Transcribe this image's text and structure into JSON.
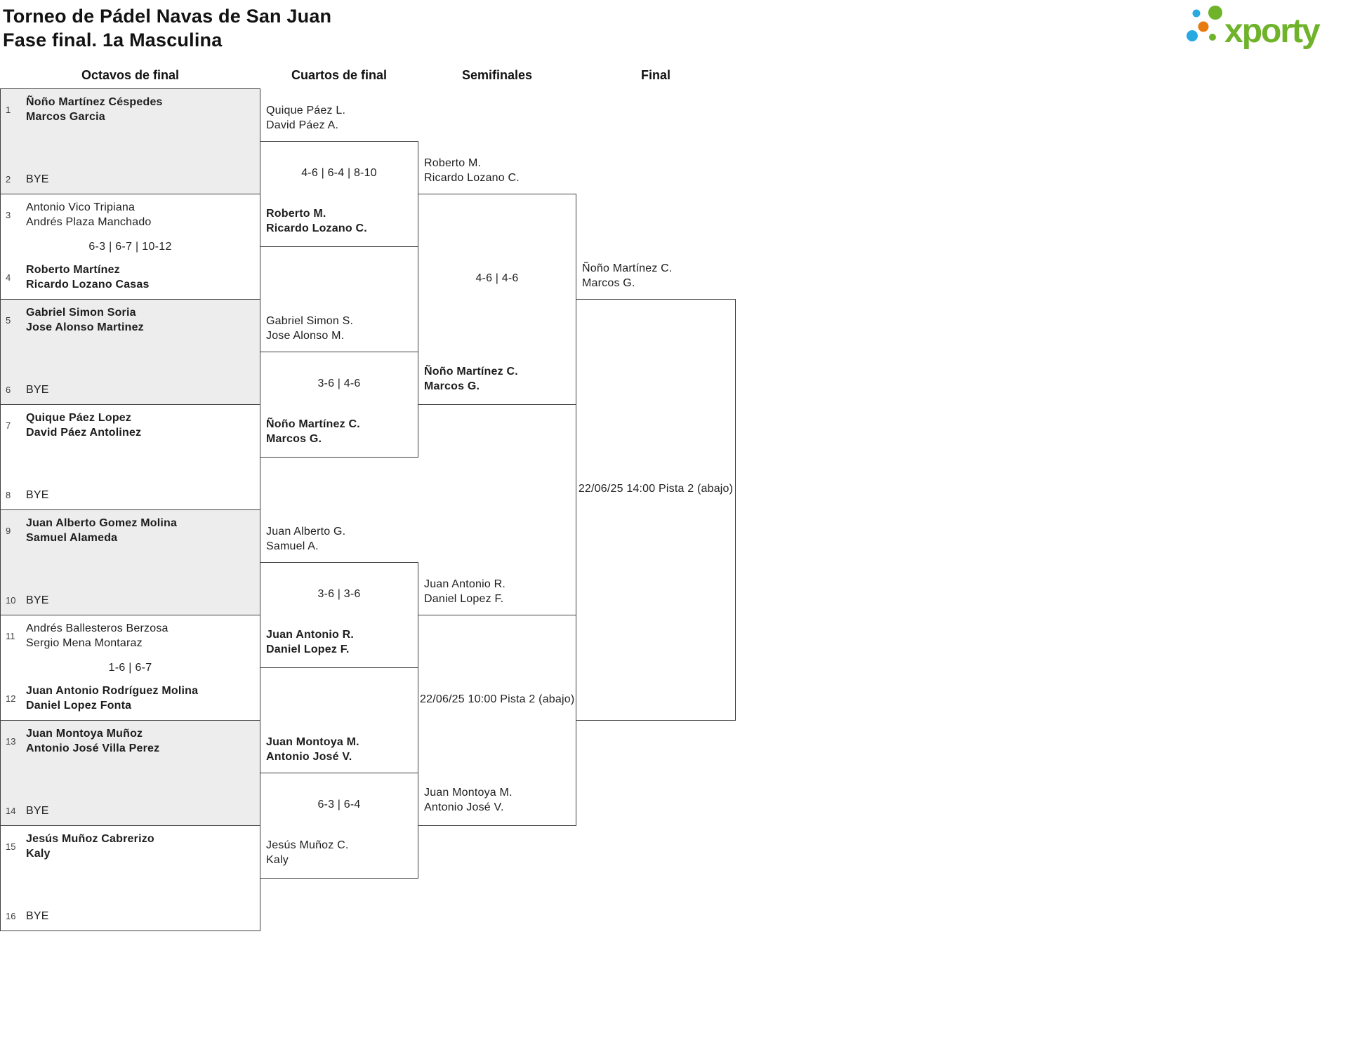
{
  "header": {
    "title_line1": "Torneo de Pádel Navas de San Juan",
    "title_line2": "Fase final. 1a Masculina",
    "logo": {
      "text": "xporty",
      "green": "#6fb32a",
      "blue": "#29a9e1",
      "orange": "#e87b10"
    }
  },
  "round_headers": [
    "Octavos de final",
    "Cuartos de final",
    "Semifinales",
    "Final"
  ],
  "octavos": [
    {
      "num1": "1",
      "team1": "Ñoño Martínez Céspedes\nMarcos Garcia",
      "num2": "2",
      "team2": "BYE",
      "score": ""
    },
    {
      "num1": "3",
      "team1": "Antonio Vico Tripiana\nAndrés Plaza Manchado",
      "num2": "4",
      "team2": "Roberto Martínez\nRicardo Lozano Casas",
      "score": "6-3 | 6-7 | 10-12"
    },
    {
      "num1": "5",
      "team1": "Gabriel Simon Soria\nJose Alonso Martinez",
      "num2": "6",
      "team2": "BYE",
      "score": ""
    },
    {
      "num1": "7",
      "team1": "Quique Páez Lopez\nDavid Páez Antolinez",
      "num2": "8",
      "team2": "BYE",
      "score": ""
    },
    {
      "num1": "9",
      "team1": "Juan Alberto Gomez Molina\nSamuel Alameda",
      "num2": "10",
      "team2": "BYE",
      "score": ""
    },
    {
      "num1": "11",
      "team1": "Andrés Ballesteros Berzosa\nSergio Mena Montaraz",
      "num2": "12",
      "team2": "Juan Antonio Rodríguez Molina\nDaniel Lopez Fonta",
      "score": "1-6 | 6-7"
    },
    {
      "num1": "13",
      "team1": "Juan Montoya Muñoz\nAntonio José Villa Perez",
      "num2": "14",
      "team2": "BYE",
      "score": ""
    },
    {
      "num1": "15",
      "team1": "Jesús Muñoz Cabrerizo\nKaly",
      "num2": "16",
      "team2": "BYE",
      "score": ""
    }
  ],
  "quarterfinals": [
    {
      "team_top": "Quique Páez L.\nDavid Páez A.",
      "center": "4-6 | 6-4 | 8-10",
      "team_bottom": "Roberto M.\nRicardo Lozano C."
    },
    {
      "team_top": "Gabriel Simon S.\nJose Alonso M.",
      "center": "3-6 | 4-6",
      "team_bottom": "Ñoño Martínez C.\nMarcos G."
    },
    {
      "team_top": "Juan Alberto G.\nSamuel A.",
      "center": "3-6 | 3-6",
      "team_bottom": "Juan Antonio R.\nDaniel Lopez F."
    },
    {
      "team_top": "Juan Montoya M.\nAntonio José V.",
      "center": "6-3 | 6-4",
      "team_bottom": "Jesús Muñoz C.\nKaly"
    }
  ],
  "semifinals": [
    {
      "team_top": "Roberto M.\nRicardo Lozano C.",
      "center": "4-6 | 4-6",
      "team_bottom": "Ñoño Martínez C.\nMarcos G."
    },
    {
      "team_top": "Juan Antonio R.\nDaniel Lopez F.",
      "center": "22/06/25 10:00 Pista 2 (abajo)",
      "team_bottom": "Juan Montoya M.\nAntonio José V."
    }
  ],
  "final": {
    "team_top": "Ñoño Martínez C.\nMarcos G.",
    "center": "22/06/25 14:00 Pista 2 (abajo)"
  }
}
